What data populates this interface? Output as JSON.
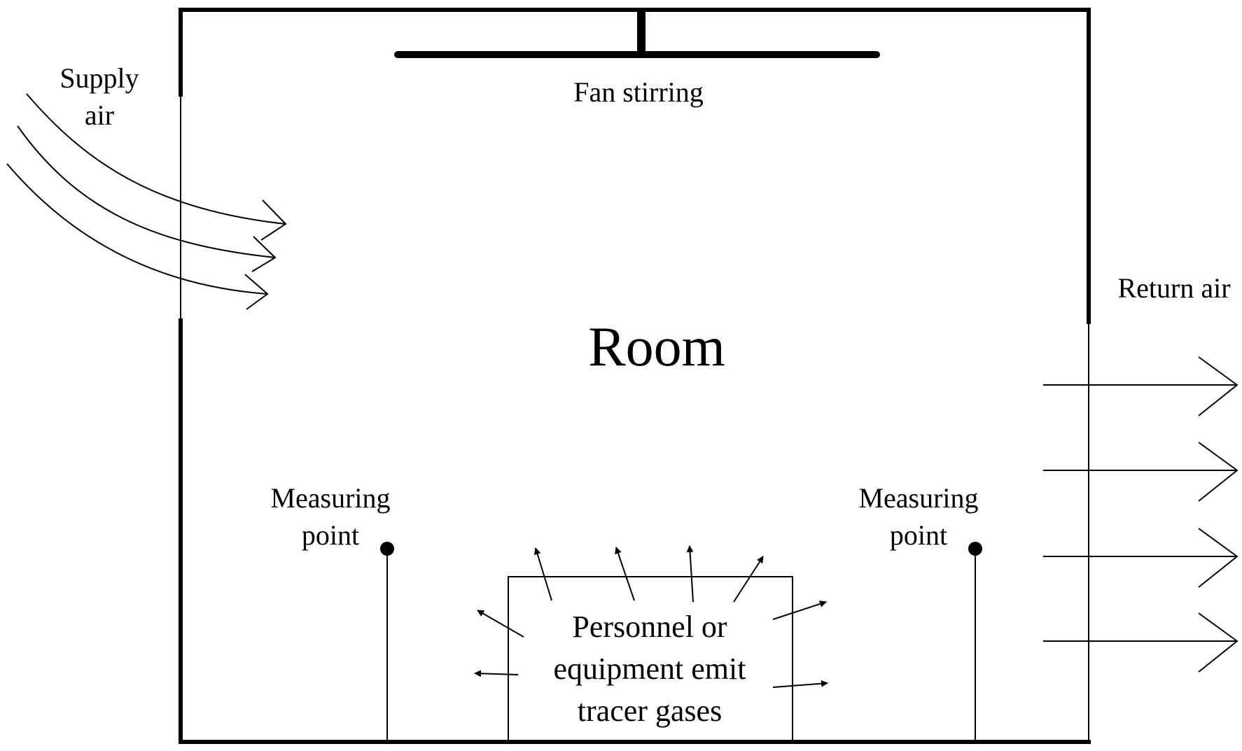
{
  "labels": {
    "supply_air": [
      "Supply",
      "air"
    ],
    "fan": "Fan stirring",
    "room": "Room",
    "return_air": "Return air",
    "measuring_left": [
      "Measuring",
      "point"
    ],
    "measuring_right": [
      "Measuring",
      "point"
    ],
    "source": [
      "Personnel or",
      "equipment emit",
      "tracer gases"
    ]
  },
  "colors": {
    "line": "#000000",
    "background": "#ffffff"
  }
}
